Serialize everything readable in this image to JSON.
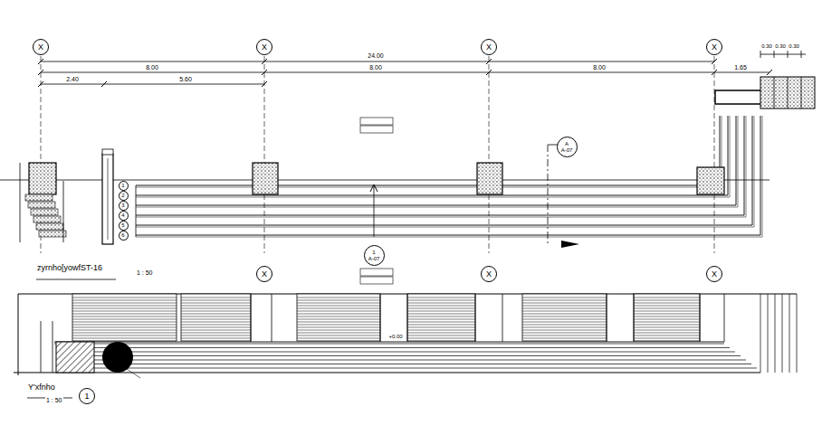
{
  "diagram": {
    "nodes": [
      {
        "text": [
          "X"
        ]
      },
      {
        "text": [
          "X"
        ]
      },
      {
        "text": [
          "X"
        ]
      },
      {
        "text": [
          "X"
        ]
      },
      {
        "text": [
          "A",
          "A-07"
        ]
      },
      {
        "text": [
          "1"
        ]
      },
      {
        "text": [
          "2"
        ]
      },
      {
        "text": [
          "3"
        ]
      },
      {
        "text": [
          "4"
        ]
      },
      {
        "text": [
          "5"
        ]
      },
      {
        "text": [
          "6"
        ]
      },
      {
        "text": [
          "1",
          "A-07"
        ]
      },
      {
        "text": [
          "X"
        ]
      },
      {
        "text": [
          "X"
        ]
      },
      {
        "text": [
          "X"
        ]
      },
      {
        "text": [
          "1"
        ]
      }
    ],
    "labels": [
      "24.00",
      "8.00",
      "8.00",
      "8.00",
      "2.40",
      "5.60",
      "1.65",
      "0.30",
      "0.30",
      "0.30",
      "zyrnho[yowfST-16",
      "1 : 50",
      "Y'xfnho",
      "1 : 50",
      "+0.00"
    ]
  }
}
